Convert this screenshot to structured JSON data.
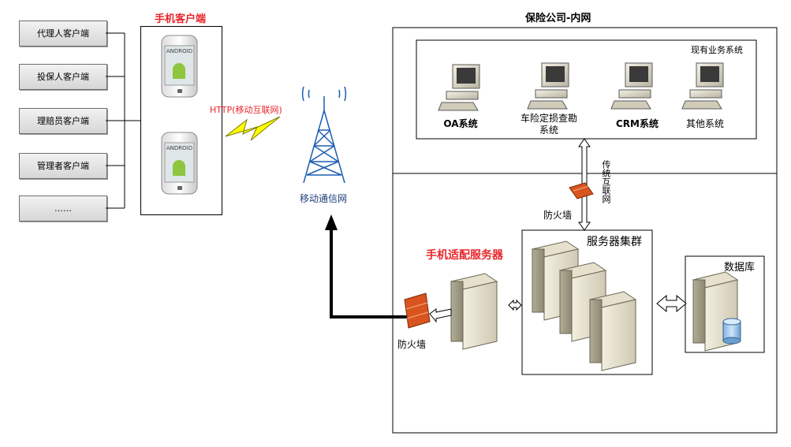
{
  "clients": {
    "title": "手机客户端",
    "items": [
      "代理人客户端",
      "投保人客户端",
      "理赔员客户端",
      "管理者客户端",
      "……"
    ]
  },
  "phone_brand": "ANDROID",
  "link_label": "HTTP(移动互联网)",
  "tower_label": "移动通信网",
  "intranet": {
    "title": "保险公司-内网",
    "existing_systems_title": "现有业务系统",
    "systems": [
      "OA系统",
      "车险定损查勘系统",
      "CRM系统",
      "其他系统"
    ],
    "internet_label": "传统互联网",
    "firewall_top_label": "防火墙",
    "server_cluster_label": "服务器集群",
    "adapter_server_title": "手机适配服务器",
    "firewall_left_label": "防火墙",
    "database_label": "数据库"
  },
  "colors": {
    "accent_red": "#e8252a",
    "firewall": "#d9541e",
    "bolt": "#ffff00"
  }
}
